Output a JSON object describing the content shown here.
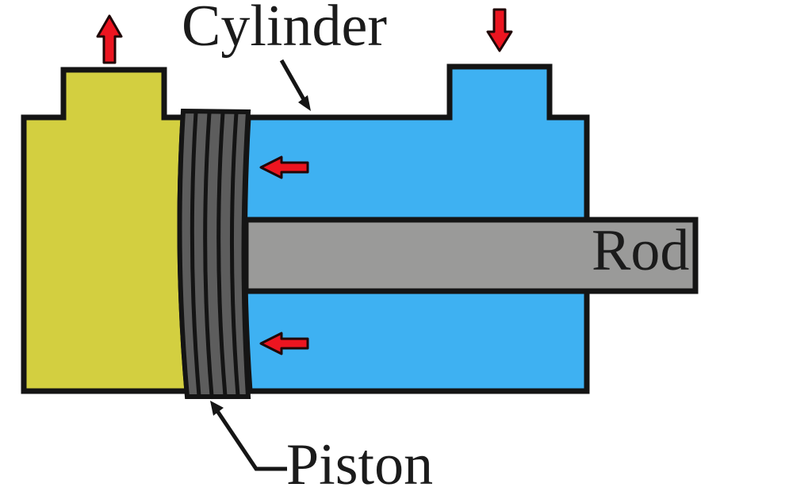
{
  "figure": {
    "type": "technical-diagram",
    "subject": "Double-acting hydraulic cylinder cross-section"
  },
  "labels": {
    "cylinder": "Cylinder",
    "rod": "Rod",
    "piston": "Piston"
  },
  "flow_arrows": [
    {
      "name": "cap-port-flow",
      "direction": "up"
    },
    {
      "name": "rod-port-flow",
      "direction": "down"
    },
    {
      "name": "fluid-flow-upper",
      "direction": "left"
    },
    {
      "name": "fluid-flow-lower",
      "direction": "left"
    }
  ],
  "colors": {
    "cap_side_fluid": "#d3cf40",
    "rod_side_fluid": "#3eb1f2",
    "rod": "#9a9a99",
    "piston": "#5d5d5d",
    "outline": "#141414",
    "flow_arrow_fill": "#ec1520",
    "flow_arrow_outline": "#200707",
    "annotation": "#151515",
    "background": "#ffffff"
  }
}
